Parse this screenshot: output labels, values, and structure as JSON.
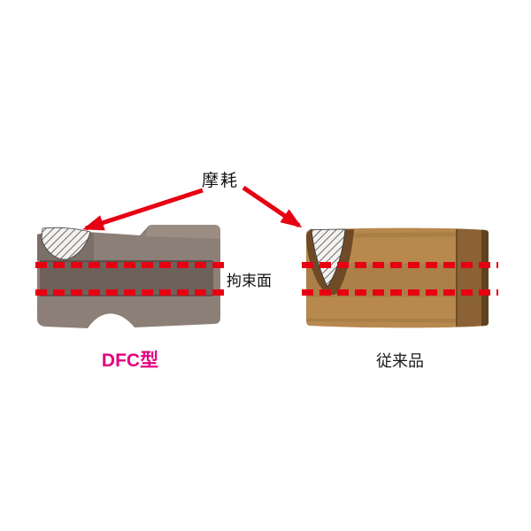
{
  "diagram": {
    "annotations": {
      "wear_label": "摩耗",
      "constraint_label": "拘束面"
    },
    "inserts": {
      "left": {
        "label": "DFC型",
        "label_color": "#e4007f"
      },
      "right": {
        "label": "従来品",
        "label_color": "#1a1a1a"
      }
    },
    "colors": {
      "arrow": "#e60012",
      "constraint_dash": "#e60012",
      "left_insert_body": "#8c7f77",
      "left_insert_groove": "#6d615a",
      "right_insert_body": "#b8894e",
      "right_insert_end_face": "#8a6236",
      "wear_hatch_background": "#f4f2ef",
      "wear_hatch_line": "#2b2b2b"
    }
  }
}
